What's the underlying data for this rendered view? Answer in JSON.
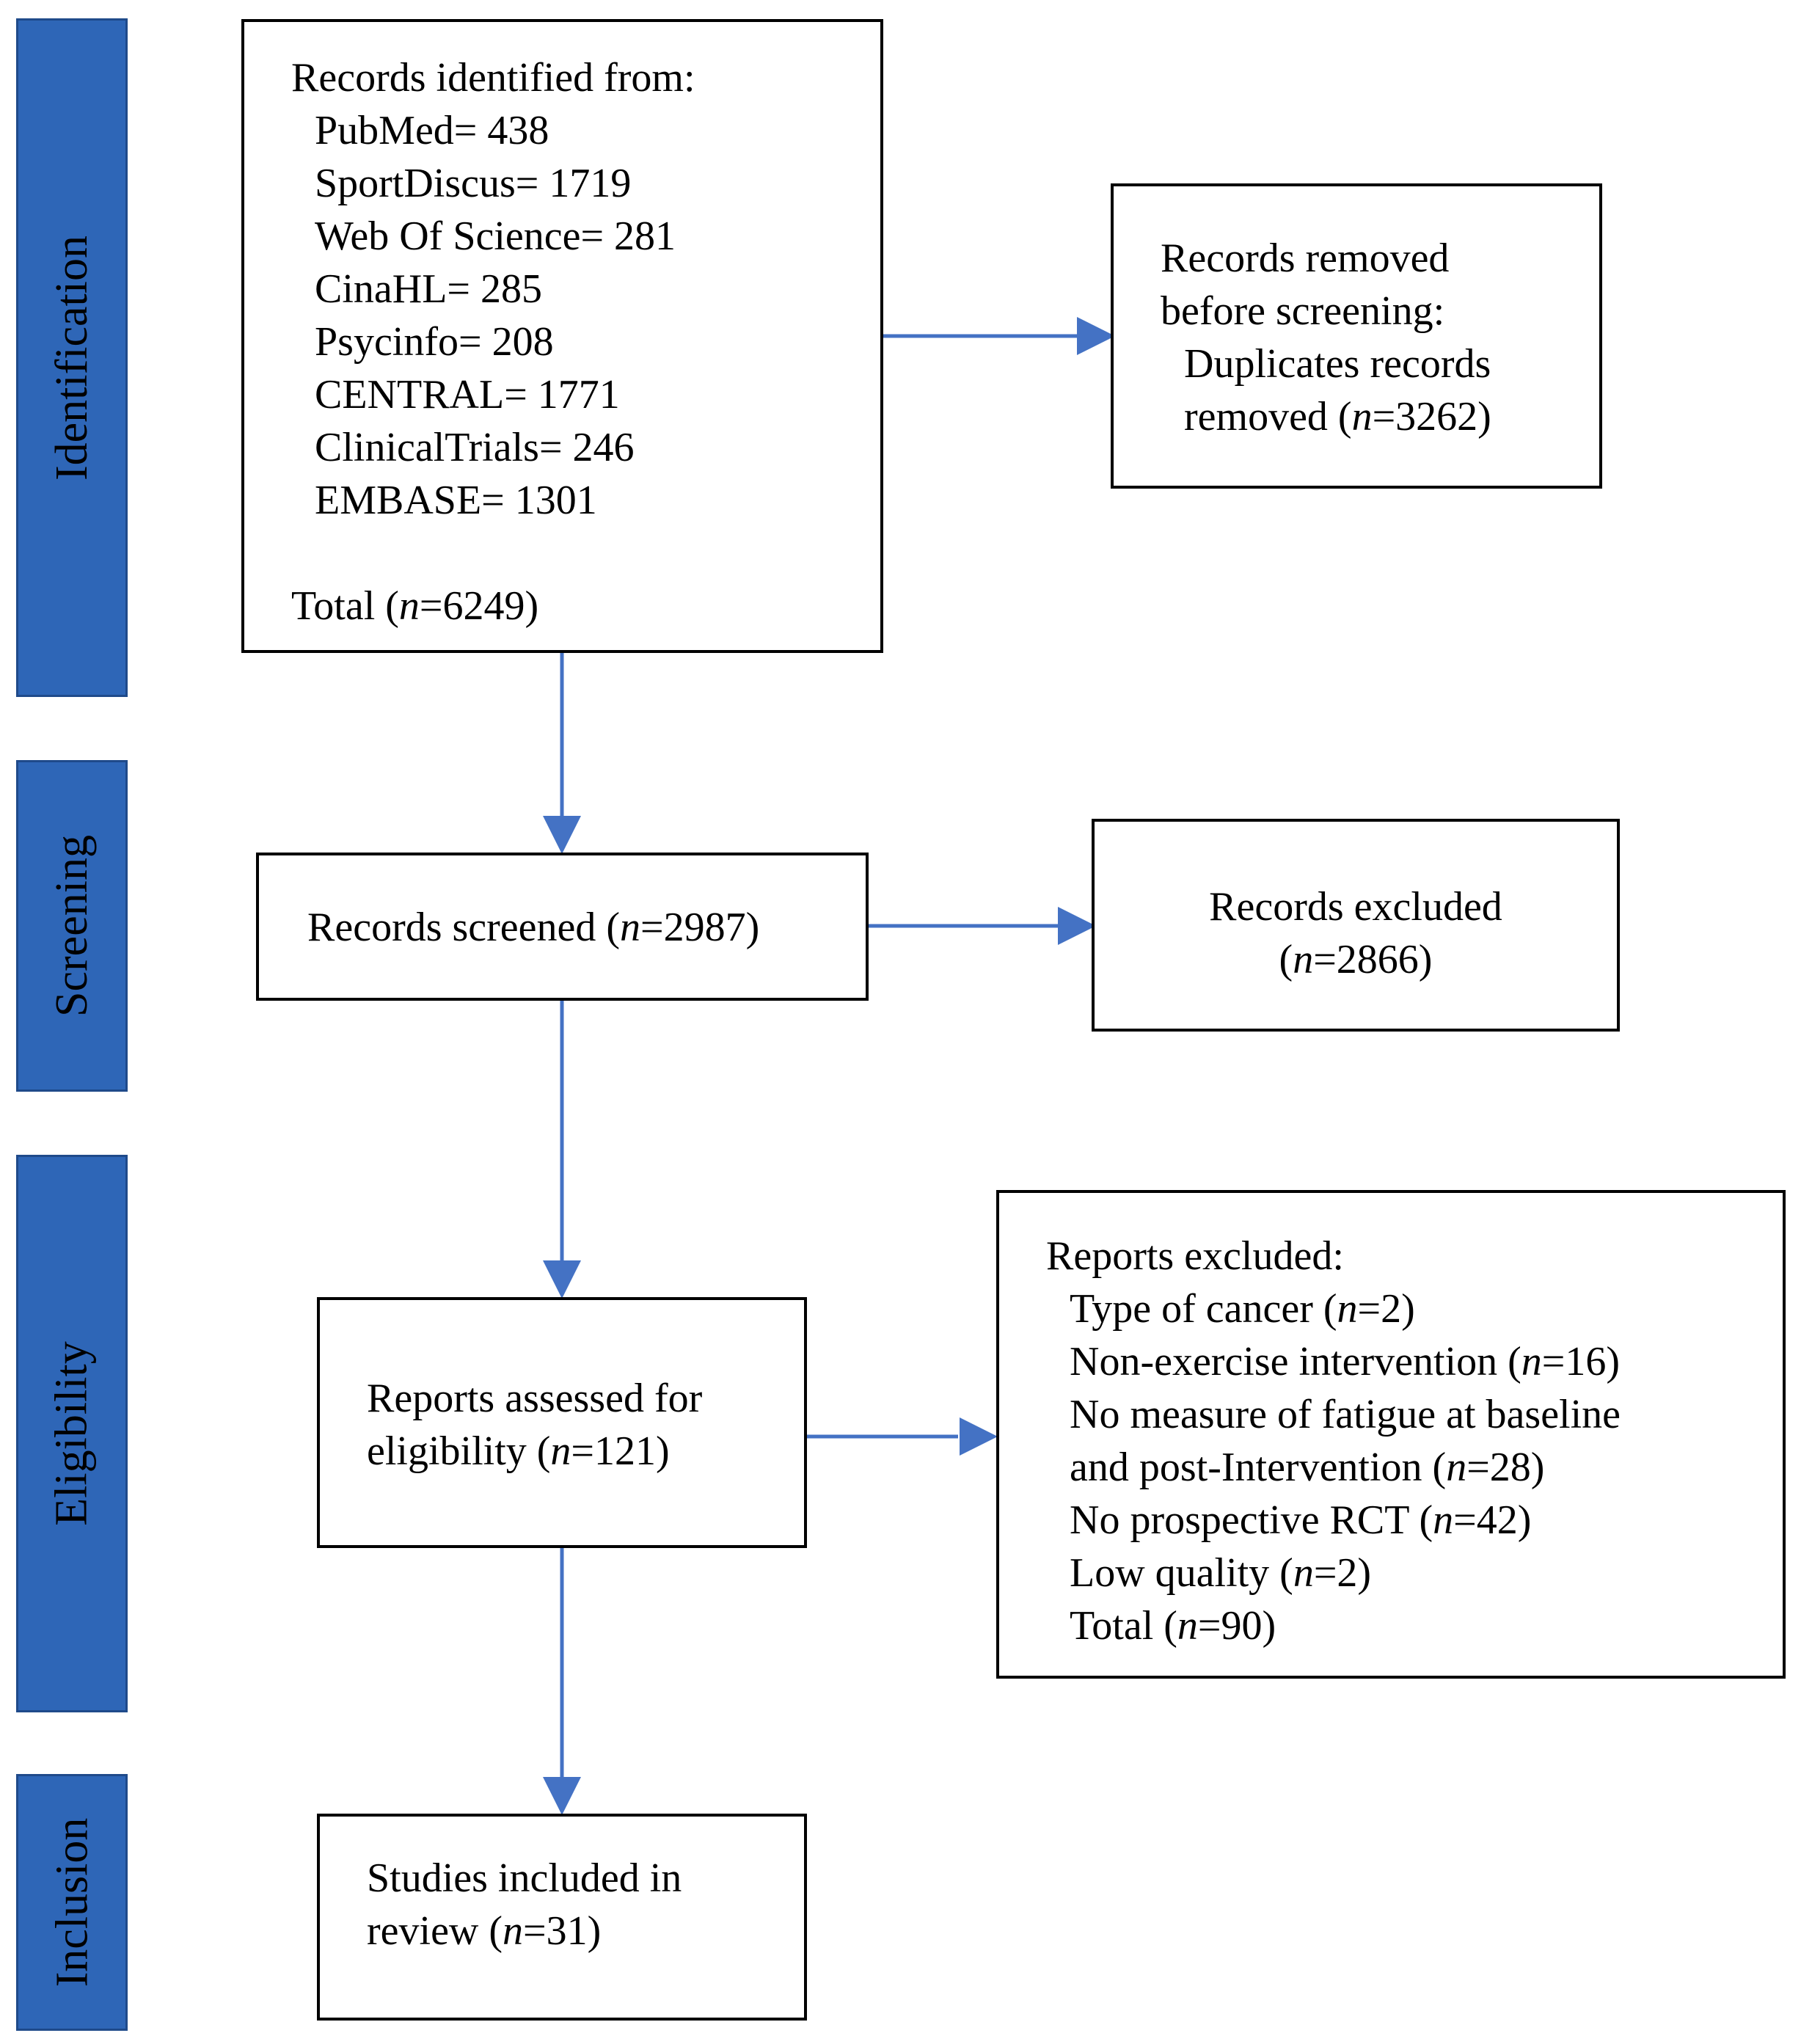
{
  "phases": {
    "identification": "Identification",
    "screening": "Screening",
    "eligibility": "Eligibility",
    "inclusion": "Inclusion"
  },
  "identification_box": {
    "heading": "Records identified from:",
    "sources": [
      "PubMed= 438",
      "SportDiscus= 1719",
      "Web Of Science= 281",
      "CinaHL= 285",
      "Psycinfo= 208",
      "CENTRAL= 1771",
      "ClinicalTrials= 246",
      "EMBASE= 1301"
    ],
    "total_prefix": "Total (",
    "total_n": "n",
    "total_value": "=6249)"
  },
  "removed_box": {
    "line1": "Records removed",
    "line2": "before screening:",
    "line3": "Duplicates records",
    "line4_prefix": "removed (",
    "line4_n": "n",
    "line4_value": "=3262)"
  },
  "screened_box": {
    "prefix": "Records screened (",
    "n": "n",
    "value": "=2987)"
  },
  "excluded_box": {
    "line1": "Records excluded",
    "line2_prefix": "(",
    "line2_n": "n",
    "line2_value": "=2866)"
  },
  "assessed_box": {
    "line1": "Reports assessed for",
    "line2_prefix": "eligibility (",
    "line2_n": "n",
    "line2_value": "=121)"
  },
  "reports_excluded_box": {
    "heading": "Reports excluded:",
    "reasons": [
      {
        "prefix": "Type of cancer (",
        "n": "n",
        "value": "=2)"
      },
      {
        "prefix": "Non-exercise intervention (",
        "n": "n",
        "value": "=16)"
      },
      {
        "prefix": "No measure of fatigue at baseline",
        "n": "",
        "value": ""
      },
      {
        "prefix": "and post-Intervention (",
        "n": "n",
        "value": "=28)"
      },
      {
        "prefix": "No prospective RCT (",
        "n": "n",
        "value": "=42)"
      },
      {
        "prefix": "Low quality (",
        "n": "n",
        "value": "=2)"
      },
      {
        "prefix": "Total (",
        "n": "n",
        "value": "=90)"
      }
    ]
  },
  "included_box": {
    "line1": "Studies included in",
    "line2_prefix": "review (",
    "line2_n": "n",
    "line2_value": "=31)"
  },
  "colors": {
    "phase_fill": "#2e66b7",
    "arrow": "#4472c4",
    "box_border": "#000000"
  }
}
